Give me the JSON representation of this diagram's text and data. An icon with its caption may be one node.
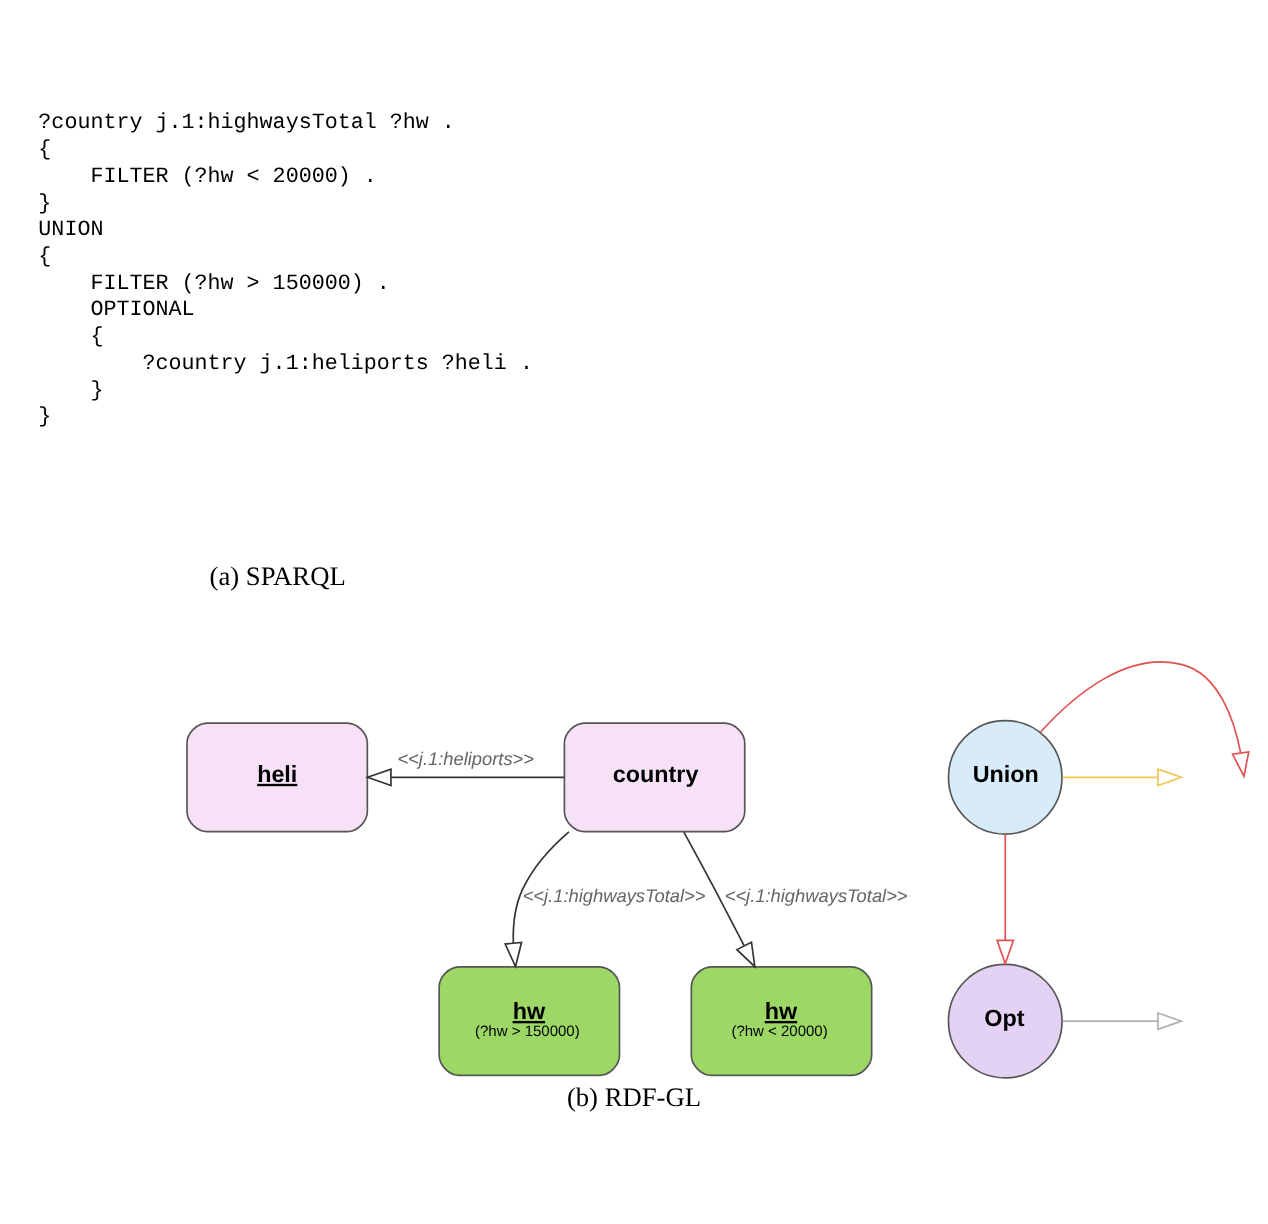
{
  "diagram": {
    "caption": "(b) RDF-GL",
    "nodes": [
      {
        "text": [
          "heli"
        ]
      },
      {
        "text": [
          "country"
        ]
      },
      {
        "text": [
          "Union"
        ]
      },
      {
        "text": [
          "Opt"
        ]
      },
      {
        "text": [
          "hw",
          "(?hw > 150000)"
        ]
      },
      {
        "text": [
          "hw",
          "(?hw < 20000)"
        ]
      }
    ],
    "edges": [
      {
        "from": 1,
        "to": 0,
        "arrow": "to",
        "label": "<<j.1:heliports>>"
      },
      {
        "from": 3,
        "to": null,
        "arrow": "to",
        "color": "#b0b0b0"
      },
      {
        "from": 1,
        "to": 4,
        "arrow": "to",
        "label": "<<j.1:highwaysTotal>>"
      },
      {
        "from": 1,
        "to": 5,
        "arrow": "to",
        "label": "<<j.1:highwaysTotal>>"
      },
      {
        "from": 2,
        "to": 3,
        "arrow": "to",
        "color": "#e05050"
      },
      {
        "from": 2,
        "to": null,
        "arrow": "to",
        "color": "#e05050"
      },
      {
        "from": 2,
        "to": null,
        "arrow": "to",
        "color": "#f0c850"
      }
    ],
    "labels": [
      "?country j.1:highwaysTotal ?hw .",
      "{",
      "FILTER (?hw < 20000) .",
      "}",
      "UNION",
      "{",
      "FILTER (?hw > 150000) .",
      "OPTIONAL",
      "{",
      "?country j.1:heliports ?heli .",
      "}",
      "}",
      "(a) SPARQL"
    ]
  }
}
